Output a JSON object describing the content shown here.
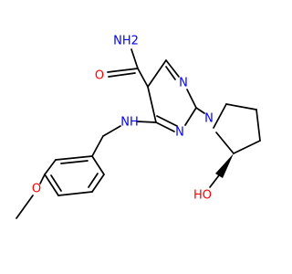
{
  "molecule": {
    "atoms": {
      "amide_n": "NH2",
      "amide_o": "O",
      "ring_n_top": "N",
      "ring_n_bottom": "N",
      "nh_linker": "NH",
      "pyrrolidine_n": "N",
      "methoxy_o": "O",
      "hydroxyl": "HO"
    },
    "colors": {
      "bond": "#000000",
      "nitrogen": "#0000FF",
      "oxygen": "#FF0000"
    }
  }
}
